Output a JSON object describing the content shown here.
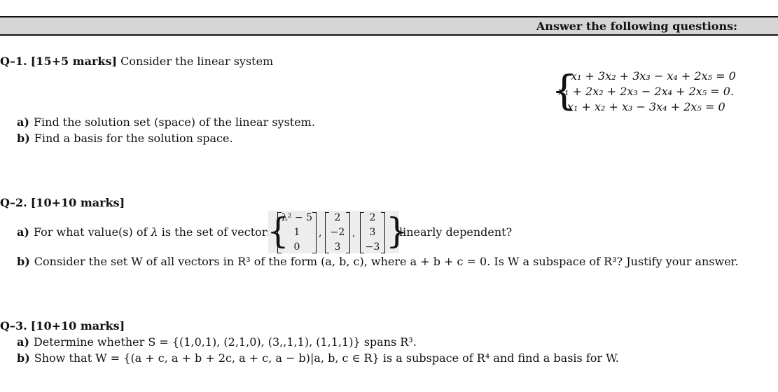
{
  "header": {
    "title": "Answer the following questions:"
  },
  "q1": {
    "number": "Q–1.",
    "marks": "[15+5 marks]",
    "intro": "Consider the linear system",
    "equations": [
      "x₁ + 3x₂ + 3x₃ − x₄ + 2x₅ = 0",
      "x₁ + 2x₂ + 2x₃ − 2x₄ + 2x₅ = 0.",
      "x₁ + x₂ + x₃ − 3x₄ + 2x₅ = 0"
    ],
    "parts": [
      {
        "label": "a)",
        "text": "Find the solution set (space) of the linear system."
      },
      {
        "label": "b)",
        "text": "Find a basis for the solution space."
      }
    ]
  },
  "q2": {
    "number": "Q–2.",
    "marks": "[10+10 marks]",
    "part_a": {
      "label": "a)",
      "before": "For what value(s) of",
      "symbol": "λ",
      "middle": "is the set of vectors",
      "after": "linearly dependent?",
      "vectors": [
        [
          "λ² − 5",
          "1",
          "0"
        ],
        [
          "2",
          "−2",
          "3"
        ],
        [
          "2",
          "3",
          "−3"
        ]
      ]
    },
    "part_b": {
      "label": "b)",
      "text": "Consider the set W of all vectors in R³ of the form (a, b, c), where a + b + c = 0. Is W a subspace of R³? Justify your answer."
    }
  },
  "q3": {
    "number": "Q–3.",
    "marks": "[10+10 marks]",
    "parts": [
      {
        "label": "a)",
        "text": "Determine whether S = {(1,0,1), (2,1,0), (3,,1,1), (1,1,1)} spans R³."
      },
      {
        "label": "b)",
        "text": "Show that W = {(a + c, a + b + 2c, a + c, a − b)|a, b, c ∈ R} is a subspace of R⁴ and find a basis for W."
      }
    ]
  }
}
